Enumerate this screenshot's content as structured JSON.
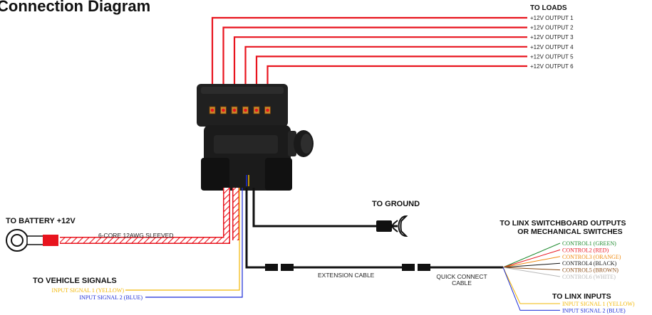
{
  "title": "Connection Diagram",
  "loads": {
    "heading": "TO LOADS",
    "outputs": [
      "+12V OUTPUT 1",
      "+12V OUTPUT 2",
      "+12V OUTPUT 3",
      "+12V OUTPUT 4",
      "+12V OUTPUT 5",
      "+12V OUTPUT 6"
    ],
    "wire_color": "#e8141e"
  },
  "battery": {
    "heading": "TO BATTERY +12V",
    "cable_label": "6-CORE 12AWG SLEEVED"
  },
  "ground": {
    "heading": "TO GROUND"
  },
  "vehicle_signals": {
    "heading": "TO VEHICLE SIGNALS",
    "inputs": [
      {
        "label": "INPUT SIGNAL 1 (YELLOW)",
        "color": "#f2b705"
      },
      {
        "label": "INPUT SIGNAL 2 (BLUE)",
        "color": "#1a2bd6"
      }
    ]
  },
  "cables": {
    "extension": "EXTENSION CABLE",
    "quick_connect_line1": "QUICK CONNECT",
    "quick_connect_line2": "CABLE"
  },
  "linx_outputs": {
    "heading_line1": "TO LINX SWITCHBOARD OUTPUTS",
    "heading_line2": "OR MECHANICAL SWITCHES",
    "controls": [
      {
        "label": "CONTROL1 (GREEN)",
        "color": "#1e8a2e"
      },
      {
        "label": "CONTROL2 (RED)",
        "color": "#e8141e"
      },
      {
        "label": "CONTROL3 (ORANGE)",
        "color": "#f08a10"
      },
      {
        "label": "CONTROL4 (BLACK)",
        "color": "#111111"
      },
      {
        "label": "CONTROL5 (BROWN)",
        "color": "#8a4a12"
      },
      {
        "label": "CONTROL6 (WHITE)",
        "color": "#b8b8b8"
      }
    ]
  },
  "linx_inputs": {
    "heading": "TO LINX INPUTS",
    "inputs": [
      {
        "label": "INPUT SIGNAL 1 (YELLOW)",
        "color": "#f2b705"
      },
      {
        "label": "INPUT SIGNAL 2 (BLUE)",
        "color": "#1a2bd6"
      }
    ]
  }
}
